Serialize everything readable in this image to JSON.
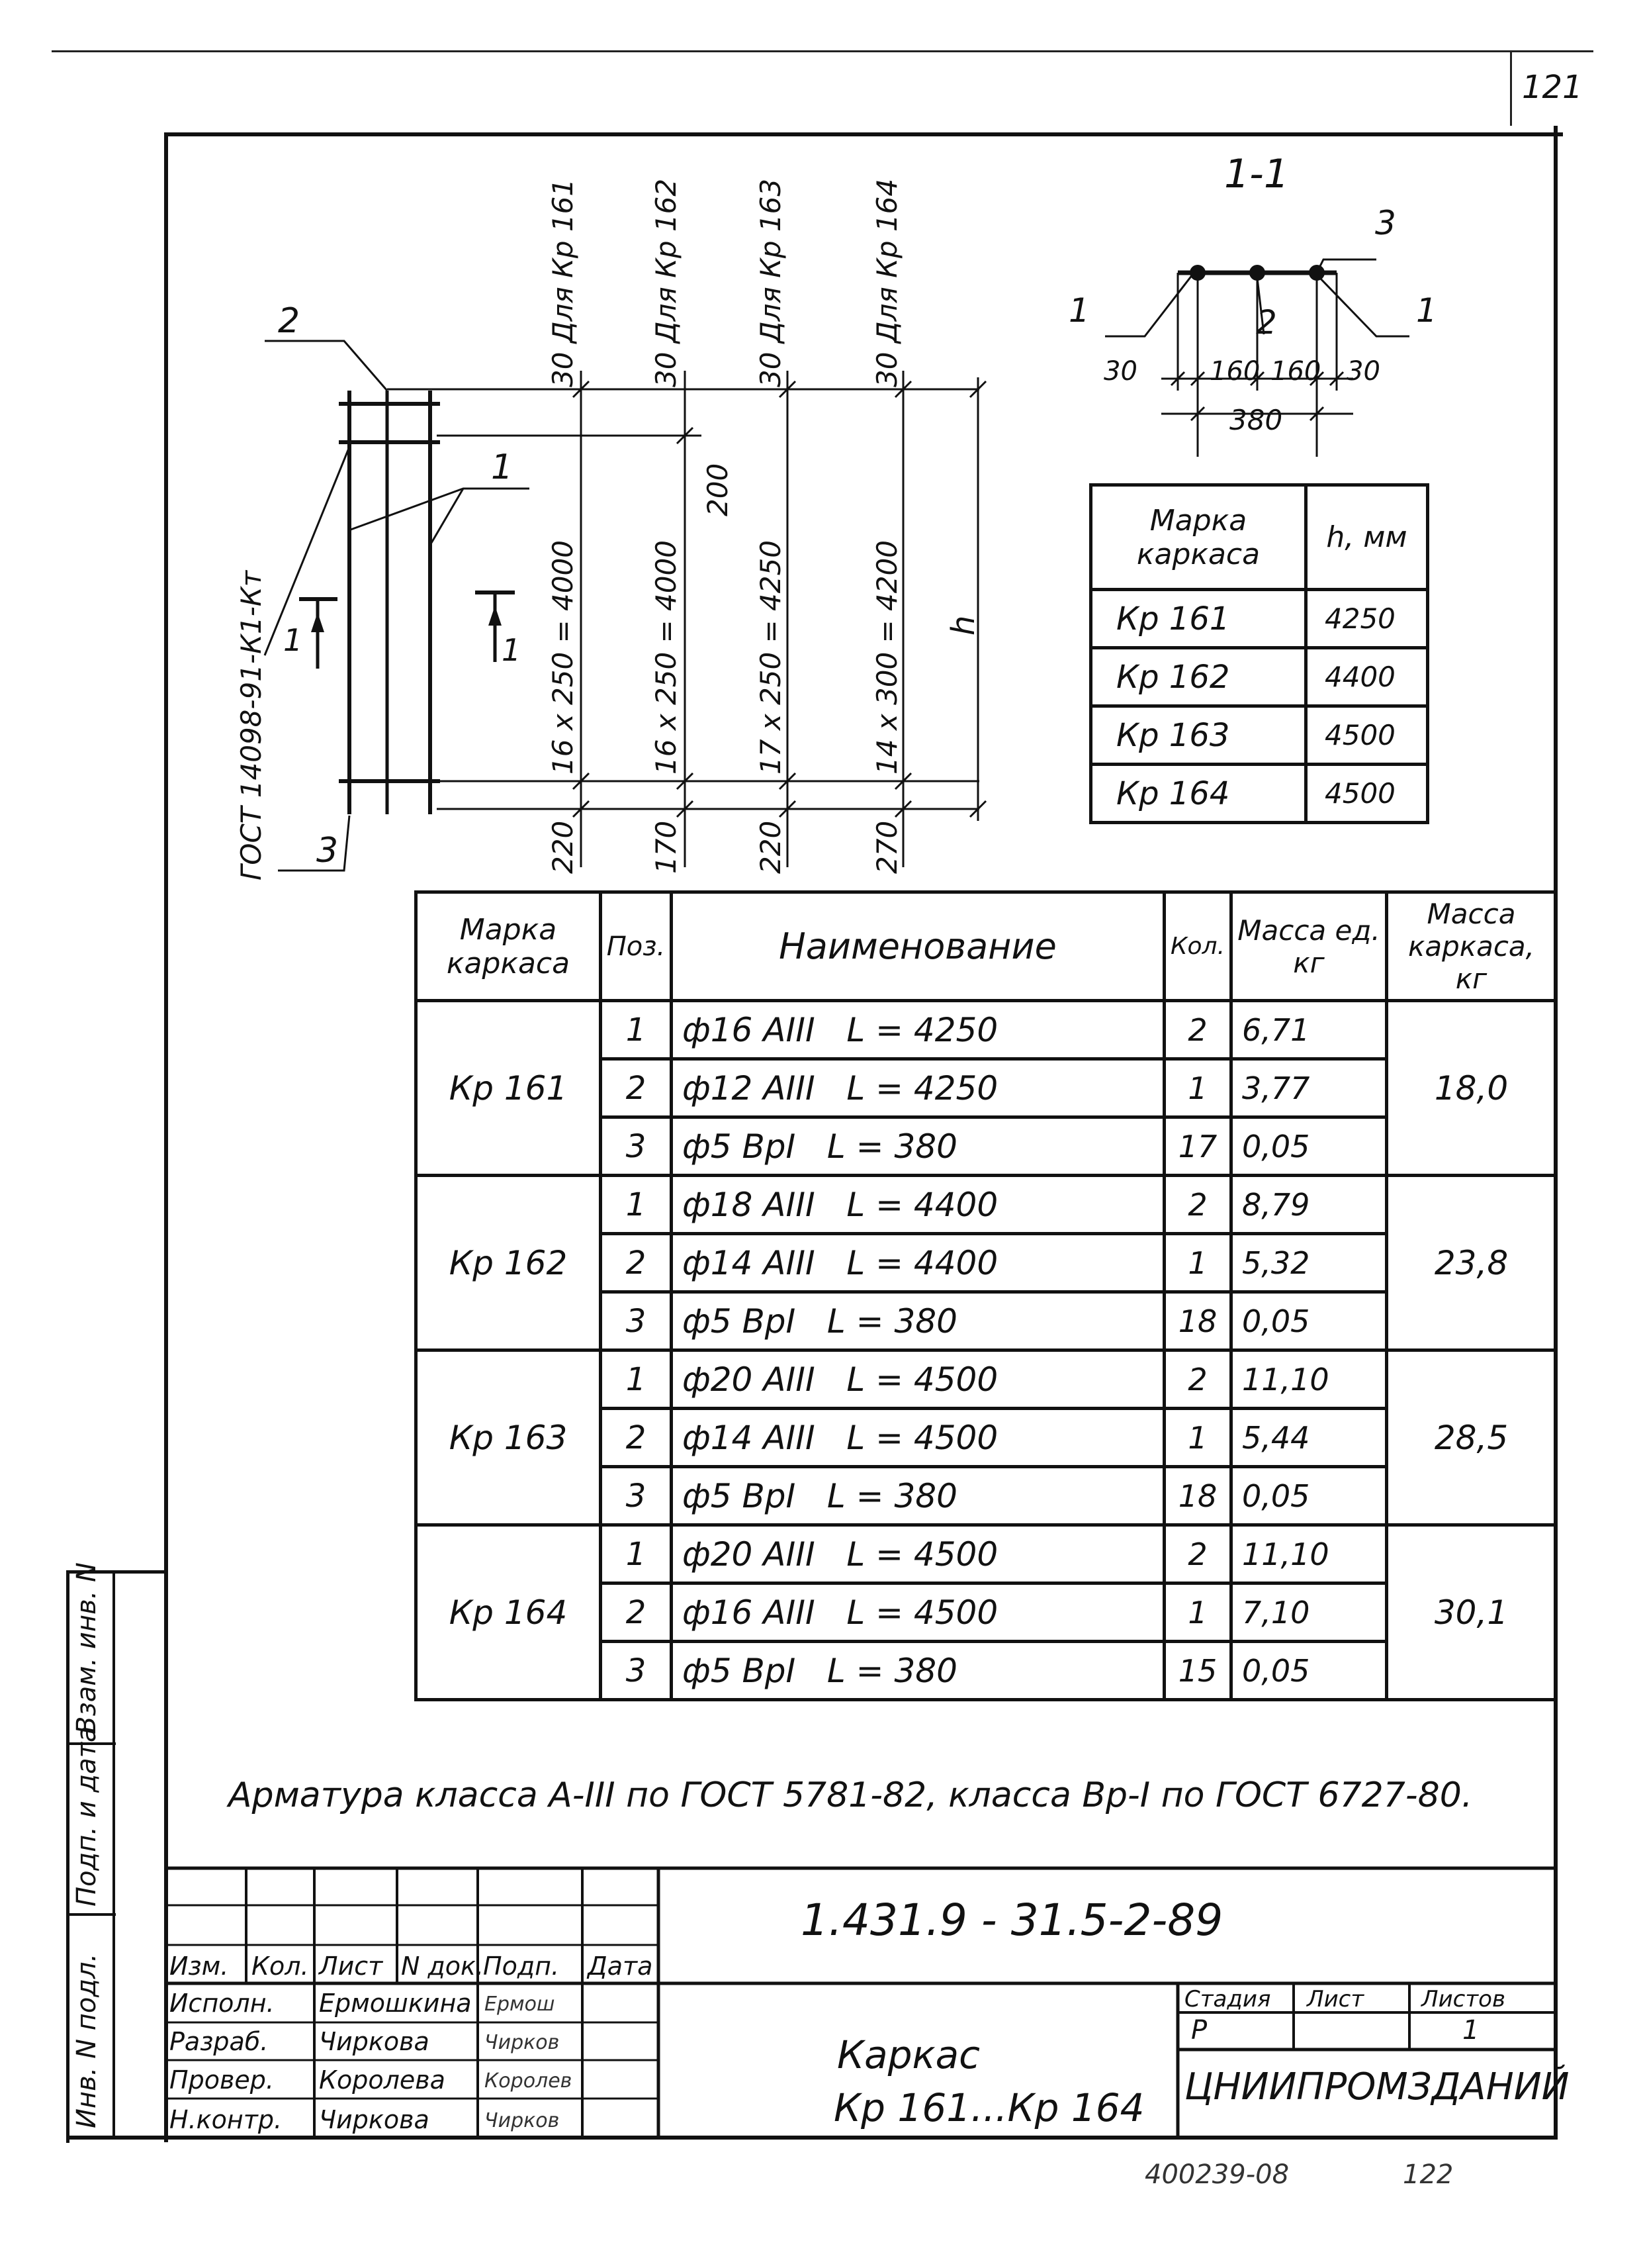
{
  "sheet_number": "121",
  "section": {
    "title": "1-1",
    "pos_left": "1",
    "pos_right": "1",
    "pos_mid": "2",
    "pos_top": "3",
    "dims": [
      "30",
      "160",
      "160",
      "30"
    ],
    "total_width": "380"
  },
  "elevation": {
    "pos2": "2",
    "pos1": "1",
    "pos3": "3",
    "section_mark_left": "1",
    "section_mark_right": "1",
    "gost_label": "ГОСТ 14098-91-К1-Кт",
    "top_dims": [
      "30 Для Кр 161",
      "30 Для Кр 162",
      "30 Для Кр 163",
      "30 Для Кр 164"
    ],
    "mid_dims": [
      "16 х 250 = 4000",
      "16 х 250 = 4000",
      "17 х 250 = 4250",
      "14 х 300 = 4200"
    ],
    "bottom_dims": [
      "220",
      "170",
      "220",
      "270"
    ],
    "dim_200": "200",
    "dim_h": "h"
  },
  "h_table": {
    "headers": [
      "Марка каркаса",
      "h, мм"
    ],
    "rows": [
      [
        "Кр 161",
        "4250"
      ],
      [
        "Кр 162",
        "4400"
      ],
      [
        "Кр 163",
        "4500"
      ],
      [
        "Кр 164",
        "4500"
      ]
    ]
  },
  "spec_table": {
    "headers": [
      "Марка каркаса",
      "Поз.",
      "Наименование",
      "Кол.",
      "Масса ед. кг",
      "Масса каркаса, кг"
    ],
    "groups": [
      {
        "mark": "Кр 161",
        "total": "18,0",
        "rows": [
          [
            "1",
            "ф16 АIII   L = 4250",
            "2",
            "6,71"
          ],
          [
            "2",
            "ф12 АIII   L = 4250",
            "1",
            "3,77"
          ],
          [
            "3",
            "ф5 ВрI   L = 380",
            "17",
            "0,05"
          ]
        ]
      },
      {
        "mark": "Кр 162",
        "total": "23,8",
        "rows": [
          [
            "1",
            "ф18 АIII   L = 4400",
            "2",
            "8,79"
          ],
          [
            "2",
            "ф14 АIII   L = 4400",
            "1",
            "5,32"
          ],
          [
            "3",
            "ф5 ВрI   L = 380",
            "18",
            "0,05"
          ]
        ]
      },
      {
        "mark": "Кр 163",
        "total": "28,5",
        "rows": [
          [
            "1",
            "ф20 АIII   L = 4500",
            "2",
            "11,10"
          ],
          [
            "2",
            "ф14 АIII   L = 4500",
            "1",
            "5,44"
          ],
          [
            "3",
            "ф5 ВрI   L = 380",
            "18",
            "0,05"
          ]
        ]
      },
      {
        "mark": "Кр 164",
        "total": "30,1",
        "rows": [
          [
            "1",
            "ф20 АIII   L = 4500",
            "2",
            "11,10"
          ],
          [
            "2",
            "ф16 АIII   L = 4500",
            "1",
            "7,10"
          ],
          [
            "3",
            "ф5 ВрI   L = 380",
            "15",
            "0,05"
          ]
        ]
      }
    ]
  },
  "note": "Арматура класса А-III по ГОСТ 5781-82, класса Вр-I по ГОСТ 6727-80.",
  "title_block": {
    "doc_code": "1.431.9 - 31.5-2-89",
    "col_headers": [
      "Изм.",
      "Кол.",
      "Лист",
      "N док.",
      "Подп.",
      "Дата"
    ],
    "roles": [
      "Исполн.",
      "Разраб.",
      "Провер.",
      "Н.контр."
    ],
    "names": [
      "Ермошкина",
      "Чиркова",
      "Королева",
      "Чиркова"
    ],
    "signatures": [
      "Ермош",
      "Чирков",
      "Королев",
      "Чирков"
    ],
    "item_title_1": "Каркас",
    "item_title_2": "Кр 161...Кр 164",
    "stage_label": "Стадия",
    "sheet_label": "Лист",
    "sheets_label": "Листов",
    "stage_value": "Р",
    "sheets_value": "1",
    "org": "ЦНИИПРОМЗДАНИЙ"
  },
  "side_stamp": [
    "Взам. инв. N",
    "Подп. и дата",
    "Инв. N подл."
  ],
  "footer_code": "400239-08",
  "footer_page": "122"
}
